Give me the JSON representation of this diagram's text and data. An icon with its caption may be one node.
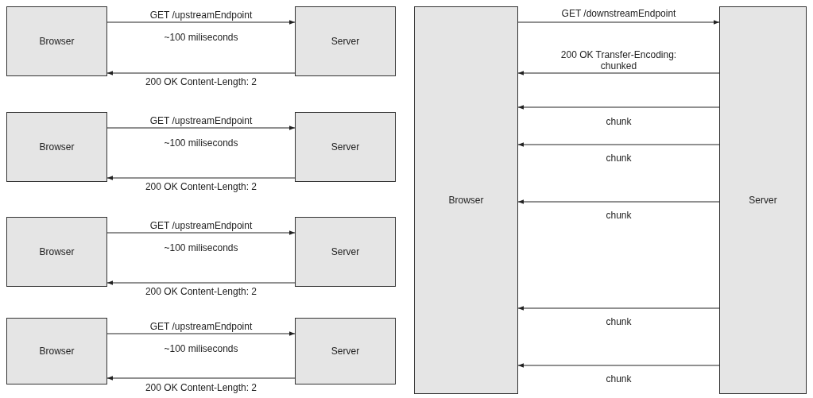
{
  "diagram": {
    "nodes": [
      {
        "text": [
          "Browser"
        ]
      },
      {
        "text": [
          "Server"
        ]
      },
      {
        "text": [
          "Browser"
        ]
      },
      {
        "text": [
          "Server"
        ]
      },
      {
        "text": [
          "Browser"
        ]
      },
      {
        "text": [
          "Server"
        ]
      },
      {
        "text": [
          "Browser"
        ]
      },
      {
        "text": [
          "Server"
        ]
      },
      {
        "text": [
          "Browser"
        ]
      },
      {
        "text": [
          "Server"
        ]
      }
    ],
    "edges": [
      {
        "from": 0,
        "to": 1,
        "arrow": "to",
        "label": "GET /upstreamEndpoint"
      },
      {
        "from": 1,
        "to": 0,
        "arrow": "to",
        "label": "200 OK Content-Length: 2"
      },
      {
        "from": 2,
        "to": 3,
        "arrow": "to",
        "label": "GET /upstreamEndpoint"
      },
      {
        "from": 3,
        "to": 2,
        "arrow": "to",
        "label": "200 OK Content-Length: 2"
      },
      {
        "from": 4,
        "to": 5,
        "arrow": "to",
        "label": "GET /upstreamEndpoint"
      },
      {
        "from": 5,
        "to": 4,
        "arrow": "to",
        "label": "200 OK Content-Length: 2"
      },
      {
        "from": 6,
        "to": 7,
        "arrow": "to",
        "label": "GET /upstreamEndpoint"
      },
      {
        "from": 7,
        "to": 6,
        "arrow": "to",
        "label": "200 OK Content-Length: 2"
      },
      {
        "from": 8,
        "to": 9,
        "arrow": "to",
        "label": "GET /downstreamEndpoint"
      },
      {
        "from": 9,
        "to": 8,
        "arrow": "to",
        "label": "200 OK Transfer-Encoding: chunked"
      },
      {
        "from": 9,
        "to": 8,
        "arrow": "to",
        "label": "chunk"
      },
      {
        "from": 9,
        "to": 8,
        "arrow": "to",
        "label": "chunk"
      },
      {
        "from": 9,
        "to": 8,
        "arrow": "to",
        "label": "chunk"
      },
      {
        "from": 9,
        "to": 8,
        "arrow": "to",
        "label": "chunk"
      },
      {
        "from": 9,
        "to": 8,
        "arrow": "to",
        "label": "chunk"
      }
    ],
    "labels": [
      "~100 miliseconds",
      "~100 miliseconds",
      "~100 miliseconds",
      "~100 miliseconds"
    ]
  }
}
